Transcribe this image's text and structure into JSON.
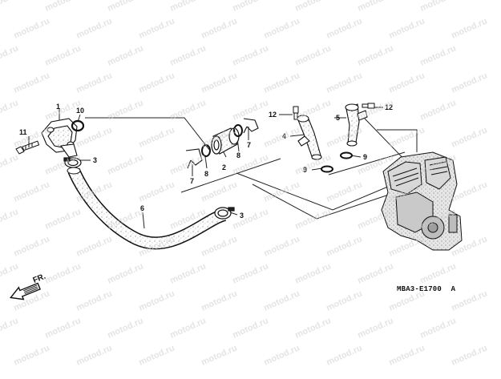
{
  "diagram": {
    "watermark_text": "motod.ru",
    "callouts": {
      "c1": "1",
      "c2": "2",
      "c3a": "3",
      "c3b": "3",
      "c4": "4",
      "c5": "5",
      "c6": "6",
      "c7a": "7",
      "c7b": "7",
      "c8a": "8",
      "c8b": "8",
      "c9a": "9",
      "c9b": "9",
      "c10": "10",
      "c11": "11",
      "c12a": "12",
      "c12b": "12"
    },
    "direction_label": "FR.",
    "drawing_code": "MBA3-E1700",
    "drawing_rev": "A"
  }
}
